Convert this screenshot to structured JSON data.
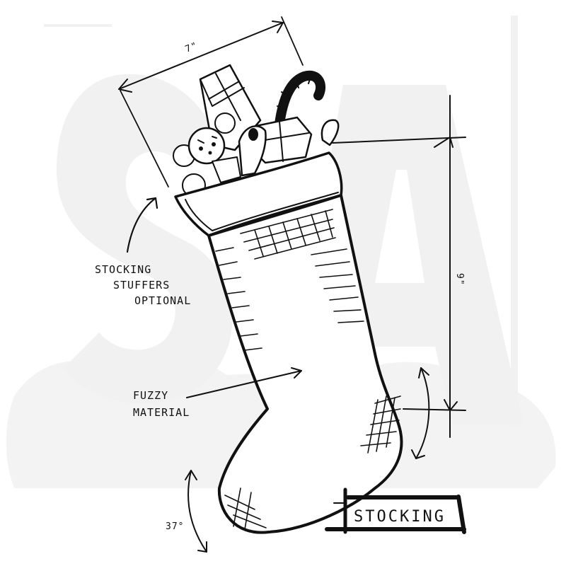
{
  "illustration": {
    "subject": "Christmas stocking blueprint sketch",
    "title_plate": "STOCKING",
    "watermark_letters": [
      "S",
      "A"
    ],
    "colors": {
      "ink": "#111111",
      "background": "#ffffff",
      "watermark": "#f1f1f1"
    }
  },
  "annotations": {
    "stuffers": {
      "line1": "STOCKING",
      "line2": "STUFFERS",
      "line3": "OPTIONAL"
    },
    "material": {
      "line1": "FUZZY",
      "line2": "MATERIAL"
    },
    "angle": "37°"
  },
  "dimensions": {
    "width": "7\"",
    "height": "9\""
  },
  "contents": [
    "teddy bear",
    "wrapped gift box",
    "candy cane",
    "small gift box",
    "toy"
  ]
}
